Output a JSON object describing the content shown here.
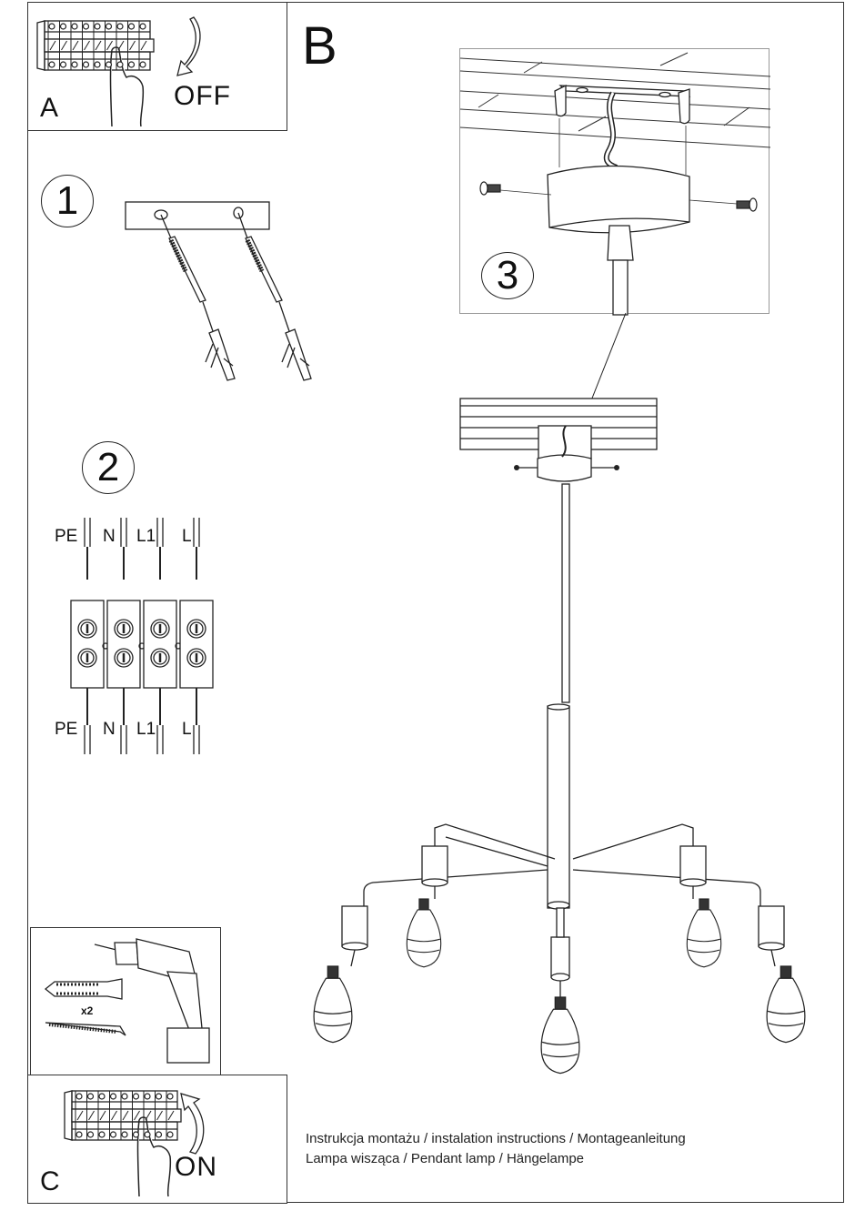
{
  "panels": {
    "a": {
      "letter": "A",
      "action": "OFF"
    },
    "b": {
      "letter": "B"
    },
    "c": {
      "letter": "C",
      "action": "ON"
    }
  },
  "steps": {
    "step1": {
      "number": "1"
    },
    "step2": {
      "number": "2"
    },
    "step3": {
      "number": "3"
    }
  },
  "wiring": {
    "top_labels": [
      "PE",
      "N",
      "L1",
      "L"
    ],
    "bottom_labels": [
      "PE",
      "N",
      "L1",
      "L"
    ]
  },
  "tools": {
    "quantity": "x2"
  },
  "caption": {
    "line1": "Instrukcja montażu / instalation instructions / Montageanleitung",
    "line2": "Lampa wisząca / Pendant lamp / Hängelampe"
  },
  "colors": {
    "line": "#222222",
    "background": "#ffffff"
  }
}
